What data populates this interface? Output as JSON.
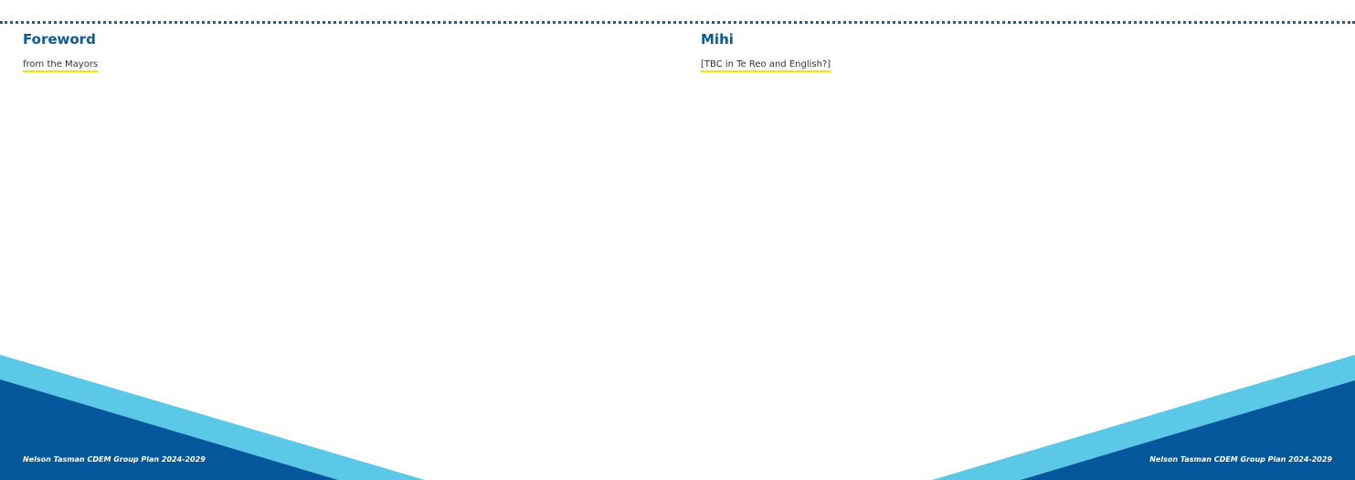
{
  "left_page": {
    "heading": "Foreword",
    "subtext": "from the Mayors",
    "footer": "Nelson Tasman CDEM Group Plan 2024-2029"
  },
  "right_page": {
    "heading": "Mihi",
    "subtext": "[TBC in Te Reo and English?]",
    "footer": "Nelson Tasman CDEM Group Plan 2024-2029"
  },
  "colors": {
    "heading": "#0a5a9c",
    "dark_blue": "#03579a",
    "light_blue": "#5bc8e8",
    "highlight": "#f2e600"
  }
}
